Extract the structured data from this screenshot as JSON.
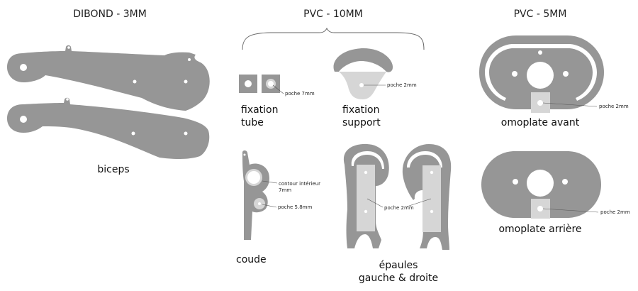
{
  "materials": {
    "dibond": "DIBOND - 3MM",
    "pvc10": "PVC - 10MM",
    "pvc5": "PVC - 5MM"
  },
  "parts": {
    "biceps": "biceps",
    "fixation_tube_line1": "fixation",
    "fixation_tube_line2": "tube",
    "fixation_support_line1": "fixation",
    "fixation_support_line2": "support",
    "coude": "coude",
    "epaules_line1": "épaules",
    "epaules_line2": "gauche & droite",
    "omoplate_avant": "omoplate avant",
    "omoplate_arriere": "omoplate arrière"
  },
  "annotations": {
    "poche_7mm": "poche 7mm",
    "poche_2mm_support": "poche 2mm",
    "poche_2mm_epaules": "poche 2mm",
    "poche_2mm_avant": "poche 2mm",
    "poche_2mm_arriere": "poche 2mm",
    "contour_line1": "contour intérieur",
    "contour_line2": "7mm",
    "poche_5_8mm": "poche 5.8mm"
  },
  "colors": {
    "material": "#969696",
    "pocket": "#d6d6d6",
    "background": "#ffffff"
  }
}
